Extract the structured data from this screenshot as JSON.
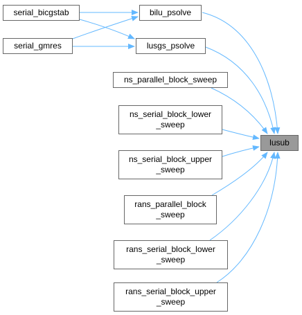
{
  "graph": {
    "colors": {
      "edge": "#63b8ff",
      "node_border": "#666666",
      "target_fill": "#999999"
    },
    "nodes": {
      "serial_bicgstab": "serial_bicgstab",
      "serial_gmres": "serial_gmres",
      "bilu_psolve": "bilu_psolve",
      "lusgs_psolve": "lusgs_psolve",
      "ns_parallel_block_sweep": "ns_parallel_block_sweep",
      "ns_serial_block_lower": [
        "ns_serial_block_lower",
        "_sweep"
      ],
      "ns_serial_block_upper": [
        "ns_serial_block_upper",
        "_sweep"
      ],
      "rans_parallel_block": [
        "rans_parallel_block",
        "_sweep"
      ],
      "rans_serial_block_lower": [
        "rans_serial_block_lower",
        "_sweep"
      ],
      "rans_serial_block_upper": [
        "rans_serial_block_upper",
        "_sweep"
      ],
      "lusub": "lusub"
    }
  }
}
